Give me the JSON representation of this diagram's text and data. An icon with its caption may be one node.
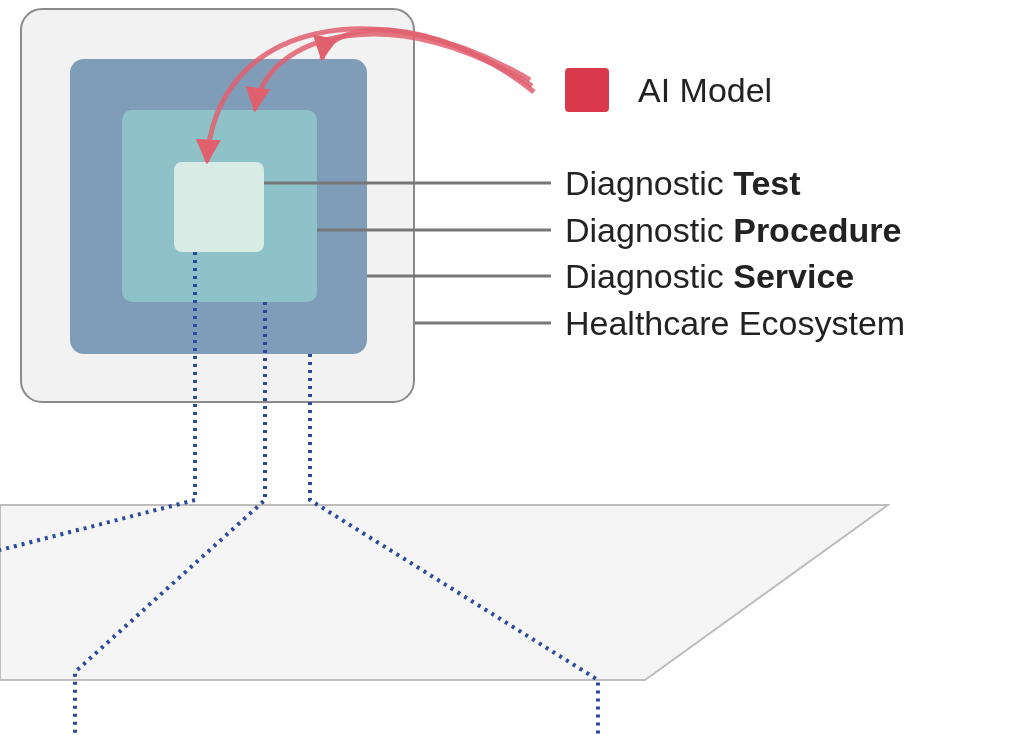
{
  "diagram": {
    "nodes": [
      {
        "text": [],
        "shape": "box"
      },
      {
        "text": [],
        "shape": "box",
        "in": 0
      },
      {
        "text": [],
        "shape": "box",
        "in": 1
      },
      {
        "text": [],
        "shape": "box",
        "in": 2
      },
      {
        "text": [
          "Diagnostic **Test**"
        ]
      },
      {
        "text": [
          "Diagnostic **Procedure**"
        ]
      },
      {
        "text": [
          "Diagnostic **Service**"
        ]
      },
      {
        "text": [
          "Healthcare Ecosystem"
        ]
      },
      {
        "text": [],
        "shape": "parallelogram"
      }
    ],
    "edges": [
      {
        "from": null,
        "to": 3,
        "arrow": "to",
        "color": "#e0606e"
      },
      {
        "from": null,
        "to": 2,
        "arrow": "to",
        "color": "#e0606e"
      },
      {
        "from": null,
        "to": 1,
        "arrow": "to",
        "color": "#e0606e"
      },
      {
        "from": 3,
        "to": 8,
        "arrow": "none",
        "style": "dashed",
        "color": "#2b4a9b"
      },
      {
        "from": 2,
        "to": null,
        "arrow": "none",
        "style": "dashed",
        "color": "#2b4a9b"
      },
      {
        "from": 1,
        "to": null,
        "arrow": "none",
        "style": "dashed",
        "color": "#2b4a9b"
      },
      {
        "from": 4,
        "to": 3,
        "arrow": "none"
      },
      {
        "from": 5,
        "to": 2,
        "arrow": "none"
      },
      {
        "from": 6,
        "to": 1,
        "arrow": "none"
      },
      {
        "from": 7,
        "to": 0,
        "arrow": "none"
      }
    ],
    "legend": [
      {
        "text": "AI Model",
        "color": "#d9394a"
      }
    ]
  }
}
